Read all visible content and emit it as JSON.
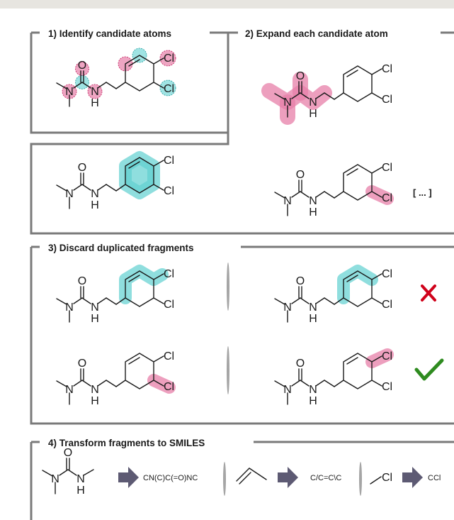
{
  "steps": {
    "step1": "1) Identify candidate atoms",
    "step2": "2) Expand each candidate atom",
    "step3": "3) Discard duplicated fragments",
    "step4": "4) Transform fragments to SMILES"
  },
  "atoms": {
    "oxygen": "O",
    "nitrogen": "N",
    "hydrogen": "H",
    "chlorine": "Cl"
  },
  "ellipsis": "[ ... ]",
  "smiles": [
    "CN(C)C(=O)NC",
    "C/C=C\\C",
    "CCl"
  ],
  "colors": {
    "pink": "#e77fa8",
    "teal": "#5fd0d0",
    "reject": "#d0021b",
    "accept": "#2e8b1f",
    "arrow": "#5d5a73"
  },
  "icons": {
    "reject": "cross-icon",
    "accept": "checkmark-icon"
  }
}
